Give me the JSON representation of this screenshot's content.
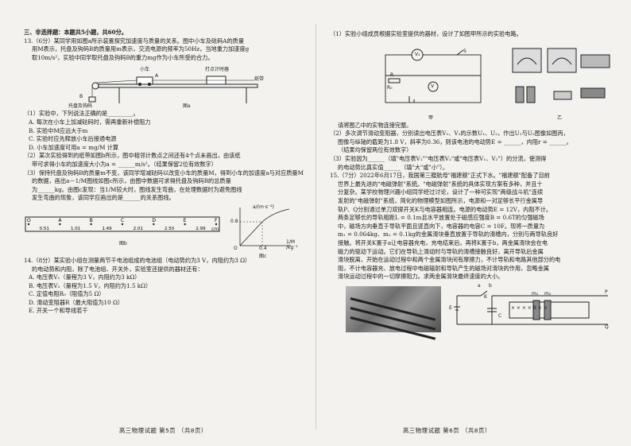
{
  "section_heading": "三、非选择题：本题共5小题，共60分。",
  "q13": {
    "lines": [
      "13.（6分）某同学用如图a所示装置探究加速度与质量的关系。图中小车及砝码A的质量",
      "用M表示，托盘及钩码B的质量用m表示，交流电源的频率为50Hz，当地重力加速度g",
      "取10m/s²，实验中同学取托盘及钩码B的重力mg作为小车所受的合力。"
    ],
    "fig_labels": {
      "car": "小车",
      "timer": "打点计时器",
      "tape": "纸带",
      "tray": "托盘及钩码",
      "A": "A",
      "B": "B",
      "caption": "图a"
    },
    "sub1": "（1）实验中，下列说法正确的是_________。",
    "options": [
      "A. 每次在小车上加减砝码时，需再重新补偿阻力",
      "B. 实验中M应远大于m",
      "C. 实验时应先释放小车后接通电源",
      "D. 小车加速度可用a = mg/M 计算"
    ],
    "sub2": [
      "（2）某次实验得到的纸带如图b所示，图中相邻计数点之间还有4个点未画出，由该纸",
      "带可求得小车的加速度大小为a = ______m/s²。（结果保留2位有效数字）"
    ],
    "sub3": [
      "（3）保持托盘及钩码B的质量m不变，该同学增减砝码以改变小车的质量M，得到小车的加速度a与对应质量M",
      "的数据，画出a－1/M图线如图c所示，由图中数据可求得托盘及钩码B的总质量",
      "为______kg。由图c发现：当1/M较大时，图线发生弯曲，在处理数据时为避免图线",
      "发生弯曲的现象，该同学应画出的是______的关系图线。"
    ],
    "tape": {
      "points": [
        "O",
        "A",
        "B",
        "C",
        "D",
        "E",
        "F"
      ],
      "values": [
        "0.51",
        "1.01",
        "1.49",
        "2.01",
        "2.50",
        "2.99"
      ],
      "unit": "cm",
      "caption": "图b"
    },
    "graph": {
      "ylabel": "a/(m·s⁻²)",
      "xlabel": "1/M /kg⁻¹",
      "y_tick": "0.8",
      "x_tick": "0.4",
      "origin": "O",
      "caption": "图c"
    }
  },
  "q14": {
    "lines": [
      "14.（8分）某实验小组在测量两节干电池组成的电池组（电动势约为3 V，内阻约为3 Ω）",
      "的电动势和内阻，除了电池组、开关外，实验室还提供的器材还有："
    ],
    "items": [
      "A. 电压表V₁（量程为3 V，内阻约为3 kΩ）",
      "B. 电压表V₂（量程为1.5 V，内阻约为1.5 kΩ）",
      "C. 定值电阻R₀（阻值为5 Ω）",
      "D. 滑动变阻器R（最大阻值为10 Ω）",
      "E. 开关一个和导线若干"
    ]
  },
  "q14_right": {
    "sub1": "（1）实验小组成员根据实验室提供的器材，设计了如图甲所示的实验电路。",
    "fig_caption_left": "甲",
    "fig_caption_right": "乙",
    "circuit_labels": {
      "v1": "V₁",
      "v2": "V",
      "r": "R",
      "s": "S",
      "r0": "R₀"
    },
    "lines": [
      "请将图乙中的实物连接完整。",
      "（2）多次调节滑动变阻器，分别读出电压表V₁、V₂的示数U₁、U₂，作出U₁与U₂图像如图丙，",
      "图像与纵轴的截距为1.8 V，斜率为0.36，则该电池的电动势E = ______，内阻r = ______。",
      "（结果均保留两位有效数字）",
      "（3）实验因为______（填\"电压表V₁\"\"电压表V₂\"或\"电压表V₁、V₂\"）的分流，使测得",
      "的电动势比真实值______（填\"大\"或\"小\"）。"
    ]
  },
  "q15": {
    "lines": [
      "15.（7分）2022年6月17日，我国第三艘航母\"福建舰\"正式下水。\"福建舰\"配备了目前",
      "世界上最先进的\"电磁弹射\"系统。\"电磁弹射\"系统的具体实现方案有多种，并且十",
      "分复杂。某学校物理兴趣小组同学经过讨论，设计了一种可实现\"两级战斗机\"连续",
      "发射的\"电磁弹射\"系统，简化的物理模型如图所示，电源和一对足够长平行金属导",
      "轨P、Q分别通过单刀双掷开关K与电容器相连。电源的电动势E = 12V，内阻不计。",
      "两条足够长的导轨相距L = 0.1m且水平放置处于磁感应强度B = 0.6T的匀强磁场",
      "中，磁场方向垂直于导轨平面且竖直向下，电容器的电容C = 10F。现将一质量为",
      "m₁ = 0.064kg、m₂ = 0.1kg的金属滑块垂直放置于导轨的滑槽内，分别与两导轨良好",
      "接触。将开关K置于a让电容器充电，充电结束后，再将K置于b，两金属滑块会在电",
      "磁力的驱动下运动。它们在导轨上滑动时与导轨的滑槽接触良好，离开导轨后金属",
      "滑块脱离，开始在运动过程中和两个金属滑块间有摩擦力，不计导轨和电路其他部分的电",
      "阻，不计电容器充、放电过程中电磁辐射和导轨产生的磁场对滑块的作用，忽略金属",
      "滑块运动过程中的一切摩擦阻力。求两金属滑块最终速度的大小。"
    ],
    "model_labels": {
      "a": "a",
      "b": "b",
      "K": "K",
      "E": "E",
      "C": "C",
      "m1": "m₁",
      "m2": "m₂",
      "P": "P",
      "Q": "Q",
      "field": "×  ×  ×  ×  B ×  ×"
    }
  },
  "footer_left": "高三物理试题  第5页  （共8页）",
  "footer_right": "高三物理试题  第6页  （共8页）"
}
